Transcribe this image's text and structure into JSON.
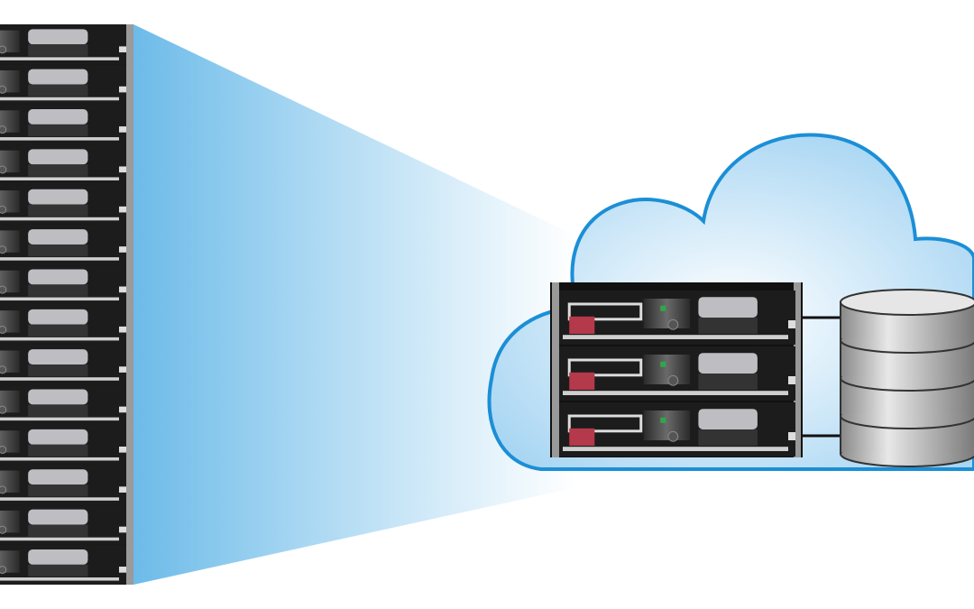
{
  "illustration": {
    "left_rack_units": 14,
    "cloud_rack_units": 3,
    "database_disks": 4,
    "colors": {
      "cloud_outline": "#1b8fd6",
      "cloud_fill": "#d6ecfa",
      "beam": "#6fbde9",
      "rack_frame": "#1a1a1a",
      "drive_red": "#b4394b",
      "led_green": "#2fa84a"
    }
  }
}
